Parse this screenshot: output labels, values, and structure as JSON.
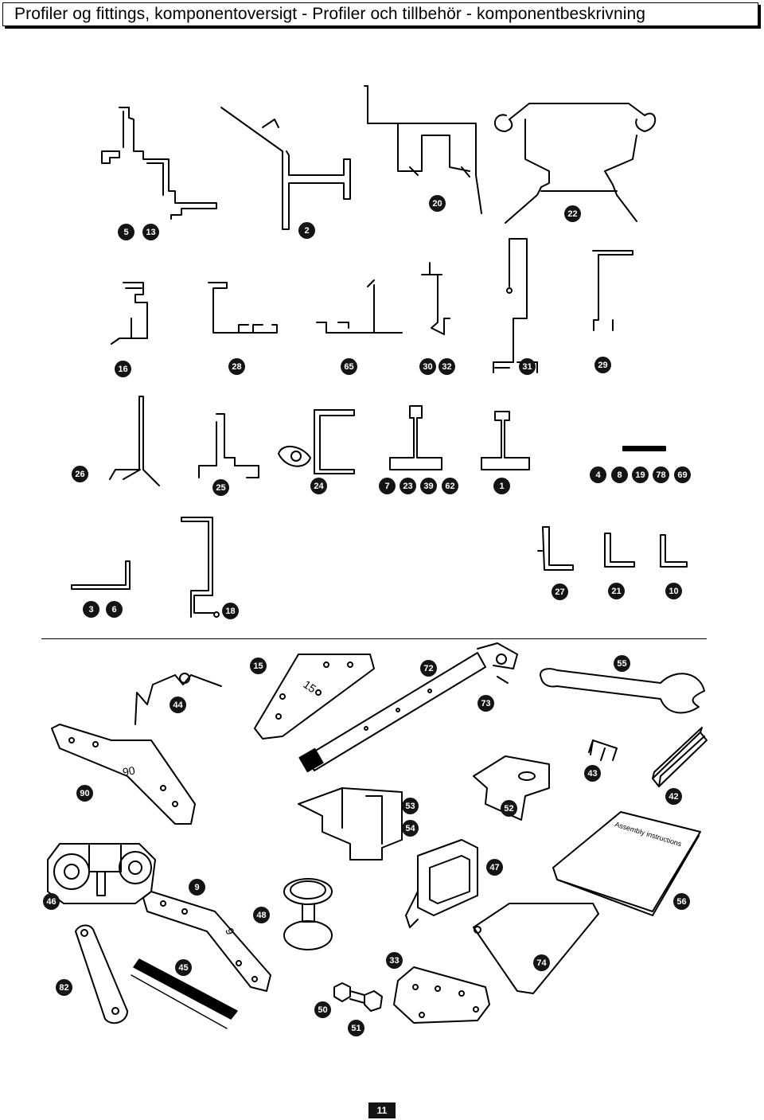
{
  "page": {
    "title": "Profiler og fittings, komponentoversigt - Profiler och tillbehör - komponentbeskrivning",
    "page_number": "11"
  },
  "labels": {
    "b5": "5",
    "b13": "13",
    "b2": "2",
    "b20": "20",
    "b22": "22",
    "b16": "16",
    "b28": "28",
    "b65": "65",
    "b30": "30",
    "b32": "32",
    "b31": "31",
    "b29": "29",
    "b26": "26",
    "b25": "25",
    "b24": "24",
    "b7": "7",
    "b23": "23",
    "b39": "39",
    "b62": "62",
    "b1": "1",
    "b4": "4",
    "b8": "8",
    "b19": "19",
    "b78": "78",
    "b69": "69",
    "b3": "3",
    "b6": "6",
    "b18": "18",
    "b27": "27",
    "b21": "21",
    "b10": "10",
    "b15": "15",
    "b72": "72",
    "b55": "55",
    "b44": "44",
    "b73": "73",
    "b43": "43",
    "b90": "90",
    "b53": "53",
    "b52": "52",
    "b42": "42",
    "b54": "54",
    "b47": "47",
    "b46": "46",
    "b9": "9",
    "b48": "48",
    "b56": "56",
    "b45": "45",
    "b33": "33",
    "b74": "74",
    "b82": "82",
    "b50": "50",
    "b51": "51"
  },
  "part_markings": {
    "plate_15": "15",
    "bracket_90": "90",
    "bracket_9": "9",
    "booklet": "Assembly instructions"
  }
}
